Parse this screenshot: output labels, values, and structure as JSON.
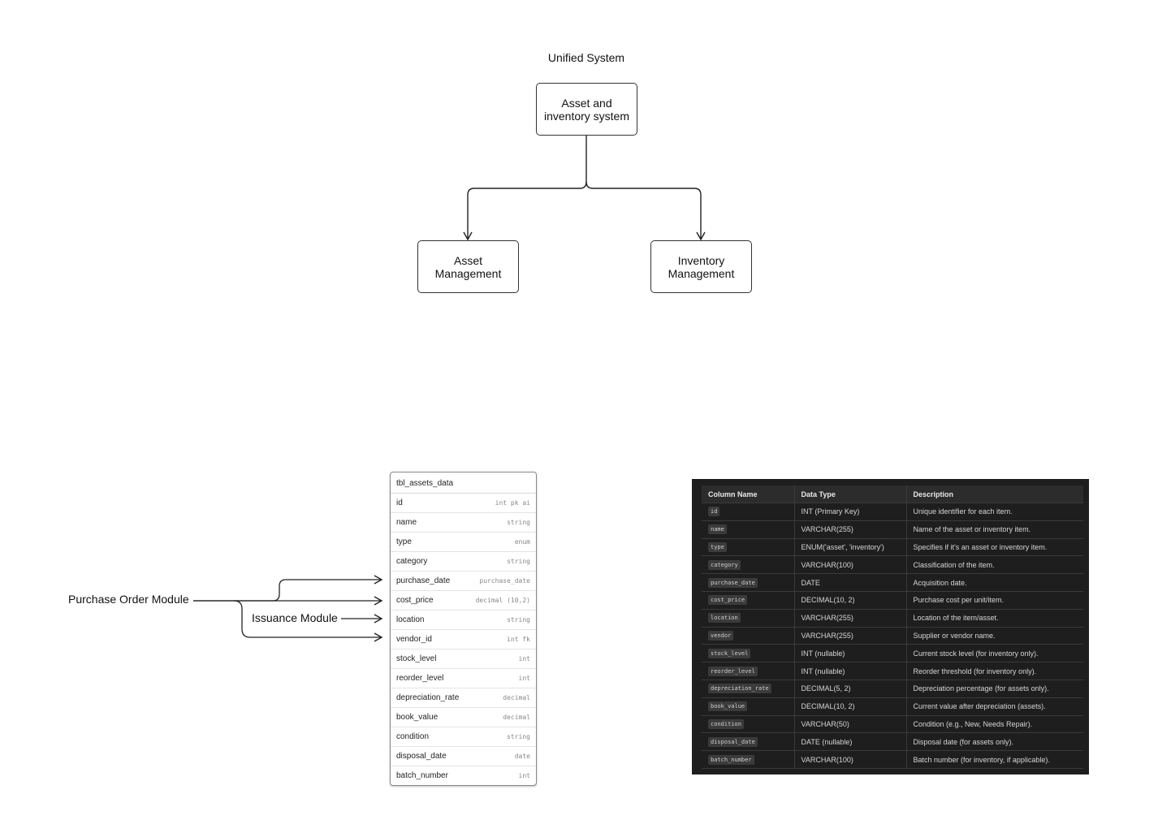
{
  "diagram": {
    "title": "Unified System",
    "root": "Asset and\ninventory system",
    "left_child": "Asset\nManagement",
    "right_child": "Inventory\nManagement",
    "purchase_order_label": "Purchase Order Module",
    "issuance_label": "Issuance Module"
  },
  "er_table": {
    "name": "tbl_assets_data",
    "fields": [
      {
        "name": "id",
        "type": "int pk ai"
      },
      {
        "name": "name",
        "type": "string"
      },
      {
        "name": "type",
        "type": "enum"
      },
      {
        "name": "category",
        "type": "string"
      },
      {
        "name": "purchase_date",
        "type": "purchase_date"
      },
      {
        "name": "cost_price",
        "type": "decimal (10,2)"
      },
      {
        "name": "location",
        "type": "string"
      },
      {
        "name": "vendor_id",
        "type": "int fk"
      },
      {
        "name": "stock_level",
        "type": "int"
      },
      {
        "name": "reorder_level",
        "type": "int"
      },
      {
        "name": "depreciation_rate",
        "type": "decimal"
      },
      {
        "name": "book_value",
        "type": "decimal"
      },
      {
        "name": "condition",
        "type": "string"
      },
      {
        "name": "disposal_date",
        "type": "date"
      },
      {
        "name": "batch_number",
        "type": "int"
      }
    ]
  },
  "schema_table": {
    "headers": [
      "Column Name",
      "Data Type",
      "Description"
    ],
    "rows": [
      [
        "id",
        "INT (Primary Key)",
        "Unique identifier for each item."
      ],
      [
        "name",
        "VARCHAR(255)",
        "Name of the asset or inventory item."
      ],
      [
        "type",
        "ENUM('asset', 'inventory')",
        "Specifies if it's an asset or inventory item."
      ],
      [
        "category",
        "VARCHAR(100)",
        "Classification of the item."
      ],
      [
        "purchase_date",
        "DATE",
        "Acquisition date."
      ],
      [
        "cost_price",
        "DECIMAL(10, 2)",
        "Purchase cost per unit/item."
      ],
      [
        "location",
        "VARCHAR(255)",
        "Location of the item/asset."
      ],
      [
        "vendor",
        "VARCHAR(255)",
        "Supplier or vendor name."
      ],
      [
        "stock_level",
        "INT (nullable)",
        "Current stock level (for inventory only)."
      ],
      [
        "reorder_level",
        "INT (nullable)",
        "Reorder threshold (for inventory only)."
      ],
      [
        "depreciation_rate",
        "DECIMAL(5, 2)",
        "Depreciation percentage (for assets only)."
      ],
      [
        "book_value",
        "DECIMAL(10, 2)",
        "Current value after depreciation (assets)."
      ],
      [
        "condition",
        "VARCHAR(50)",
        "Condition (e.g., New, Needs Repair)."
      ],
      [
        "disposal_date",
        "DATE (nullable)",
        "Disposal date (for assets only)."
      ],
      [
        "batch_number",
        "VARCHAR(100)",
        "Batch number (for inventory, if applicable)."
      ]
    ]
  }
}
